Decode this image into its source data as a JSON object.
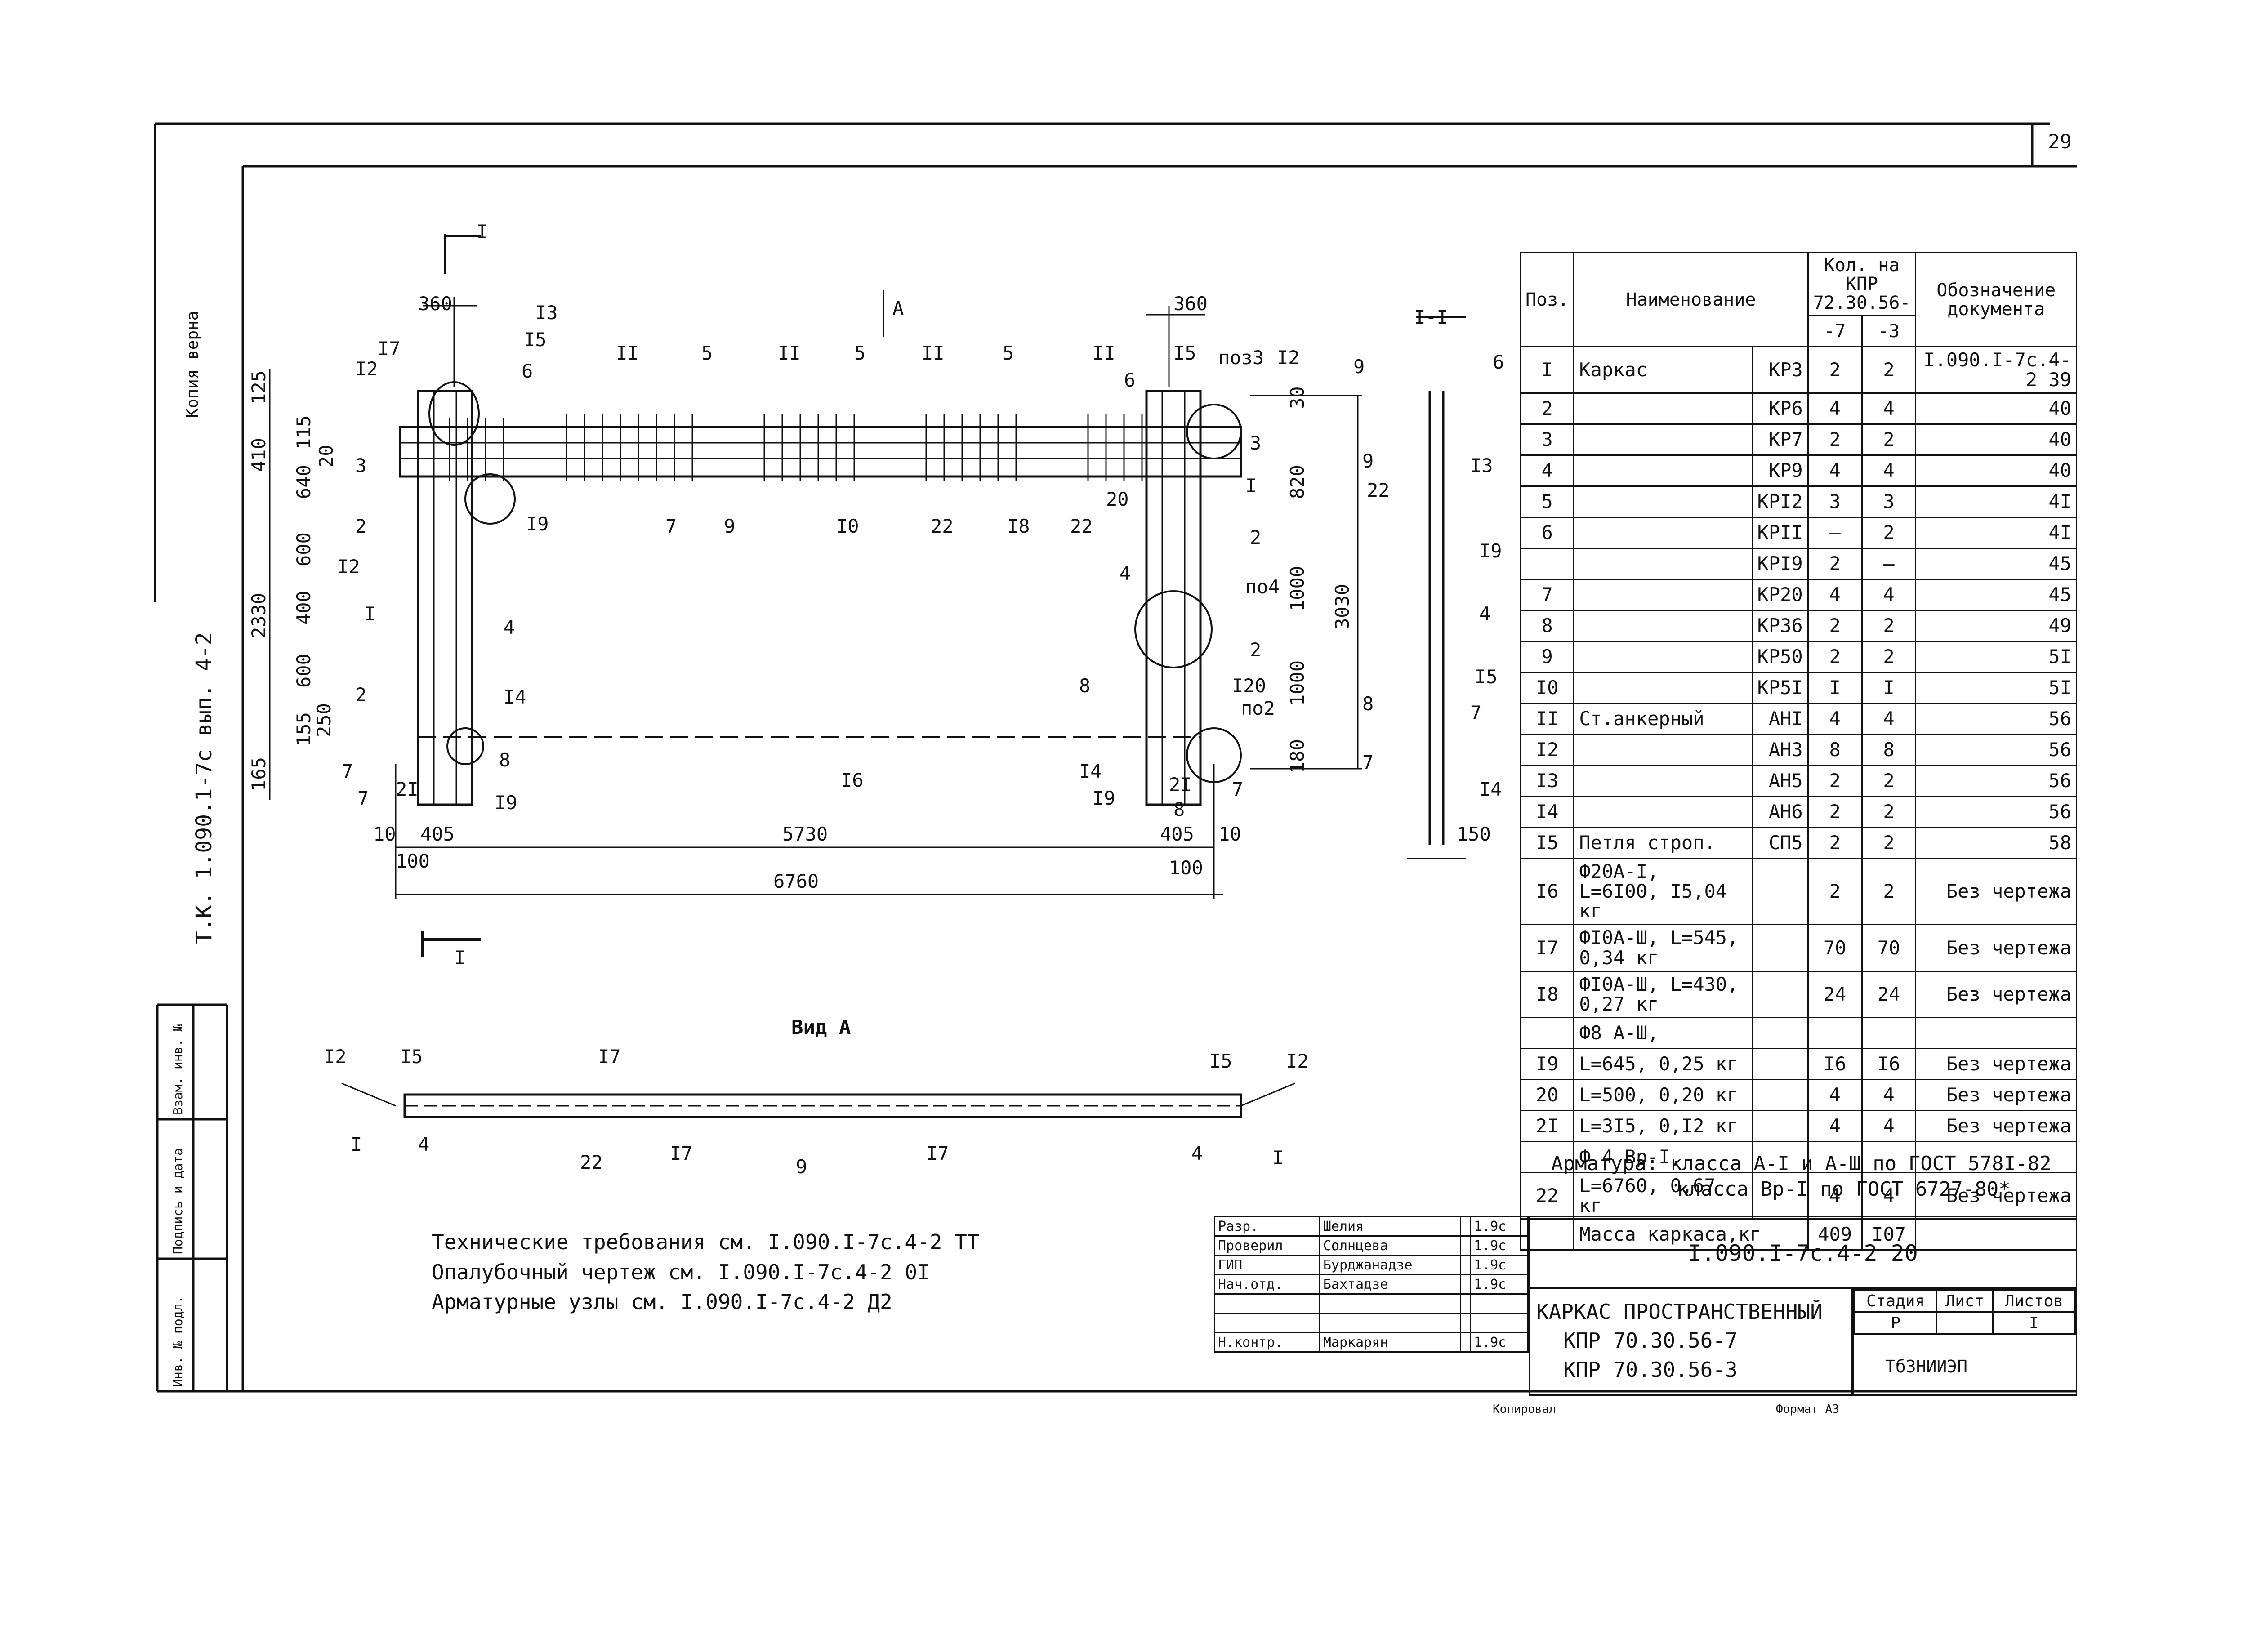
{
  "page_number": "29",
  "left_margin": {
    "copy_note": "Копия верна",
    "doc_code": "Т.К. 1.090.1-7с вып. 4-2",
    "stamp_fields": [
      "Инв. № подл.",
      "Подпись и дата",
      "Взам. инв. №"
    ]
  },
  "drawing": {
    "section_mark": "I",
    "section_title": "I-I",
    "view_arrow": "A",
    "view_title": "Вид А",
    "dims": {
      "d360a": "360",
      "d360b": "360",
      "d5730": "5730",
      "d6760": "6760",
      "d405a": "405",
      "d405b": "405",
      "d100a": "100",
      "d100b": "100",
      "d10a": "10",
      "d10b": "10",
      "d2330": "2330",
      "d3030": "3030",
      "d410": "410",
      "d640": "640",
      "d600a": "600",
      "d400": "400",
      "d600b": "600",
      "d155": "155",
      "d250": "250",
      "d165": "165",
      "d125": "125",
      "d115": "115",
      "d20": "20",
      "d30": "30",
      "d820": "820",
      "d1000a": "1000",
      "d1000b": "1000",
      "d150": "150",
      "d180": "180"
    },
    "labels": {
      "p11": "II",
      "p5": "5",
      "p17": "I7",
      "p13": "I3",
      "p15": "I5",
      "p12": "I2",
      "p6": "6",
      "p3": "3",
      "p19": "I9",
      "p7": "7",
      "p9": "9",
      "p10": "I0",
      "p22": "22",
      "p18": "I8",
      "p20": "20",
      "p4": "4",
      "p2": "2",
      "p8": "8",
      "p14": "I4",
      "p16": "I6",
      "p1": "I",
      "p21": "2I",
      "poz3": "поз3",
      "poz4": "по4",
      "poz2": "по2",
      "p120": "I20"
    }
  },
  "spec_table": {
    "headers": {
      "pos": "Поз.",
      "name": "Наименование",
      "qty": "Кол. на КПР 72.30.56-",
      "qty_a": "-7",
      "qty_b": "-3",
      "doc": "Обозначение документа"
    },
    "rows": [
      {
        "pos": "I",
        "name": "Каркас",
        "mark": "КР3",
        "q1": "2",
        "q2": "2",
        "doc": "I.090.I-7с.4-2 39"
      },
      {
        "pos": "2",
        "name": "",
        "mark": "КР6",
        "q1": "4",
        "q2": "4",
        "doc": "40"
      },
      {
        "pos": "3",
        "name": "",
        "mark": "КР7",
        "q1": "2",
        "q2": "2",
        "doc": "40"
      },
      {
        "pos": "4",
        "name": "",
        "mark": "КР9",
        "q1": "4",
        "q2": "4",
        "doc": "40"
      },
      {
        "pos": "5",
        "name": "",
        "mark": "КРI2",
        "q1": "3",
        "q2": "3",
        "doc": "4I"
      },
      {
        "pos": "6",
        "name": "",
        "mark": "КРII",
        "q1": "–",
        "q2": "2",
        "doc": "4I"
      },
      {
        "pos": "",
        "name": "",
        "mark": "КРI9",
        "q1": "2",
        "q2": "–",
        "doc": "45"
      },
      {
        "pos": "7",
        "name": "",
        "mark": "КР20",
        "q1": "4",
        "q2": "4",
        "doc": "45"
      },
      {
        "pos": "8",
        "name": "",
        "mark": "КР36",
        "q1": "2",
        "q2": "2",
        "doc": "49"
      },
      {
        "pos": "9",
        "name": "",
        "mark": "КР50",
        "q1": "2",
        "q2": "2",
        "doc": "5I"
      },
      {
        "pos": "I0",
        "name": "",
        "mark": "КР5I",
        "q1": "I",
        "q2": "I",
        "doc": "5I"
      },
      {
        "pos": "II",
        "name": "Ст.анкерный",
        "mark": "АНI",
        "q1": "4",
        "q2": "4",
        "doc": "56"
      },
      {
        "pos": "I2",
        "name": "",
        "mark": "АН3",
        "q1": "8",
        "q2": "8",
        "doc": "56"
      },
      {
        "pos": "I3",
        "name": "",
        "mark": "АН5",
        "q1": "2",
        "q2": "2",
        "doc": "56"
      },
      {
        "pos": "I4",
        "name": "",
        "mark": "АН6",
        "q1": "2",
        "q2": "2",
        "doc": "56"
      },
      {
        "pos": "I5",
        "name": "Петля строп.",
        "mark": "СП5",
        "q1": "2",
        "q2": "2",
        "doc": "58"
      },
      {
        "pos": "I6",
        "name": "Ф20А-I, L=6I00, I5,04 кг",
        "mark": "",
        "q1": "2",
        "q2": "2",
        "doc": "Без чертежа"
      },
      {
        "pos": "I7",
        "name": "ФI0А-Ш, L=545, 0,34 кг",
        "mark": "",
        "q1": "70",
        "q2": "70",
        "doc": "Без чертежа"
      },
      {
        "pos": "I8",
        "name": "ФI0А-Ш, L=430, 0,27 кг",
        "mark": "",
        "q1": "24",
        "q2": "24",
        "doc": "Без чертежа"
      },
      {
        "pos": "",
        "name": "Ф8 А-Ш,",
        "mark": "",
        "q1": "",
        "q2": "",
        "doc": ""
      },
      {
        "pos": "I9",
        "name": "L=645, 0,25 кг",
        "mark": "",
        "q1": "I6",
        "q2": "I6",
        "doc": "Без чертежа"
      },
      {
        "pos": "20",
        "name": "L=500, 0,20 кг",
        "mark": "",
        "q1": "4",
        "q2": "4",
        "doc": "Без чертежа"
      },
      {
        "pos": "2I",
        "name": "L=3I5, 0,I2 кг",
        "mark": "",
        "q1": "4",
        "q2": "4",
        "doc": "Без чертежа"
      },
      {
        "pos": "",
        "name": "Ф 4 Вр-I,",
        "mark": "",
        "q1": "",
        "q2": "",
        "doc": ""
      },
      {
        "pos": "22",
        "name": "L=6760, 0,67 кг",
        "mark": "",
        "q1": "4",
        "q2": "4",
        "doc": "Без чертежа"
      }
    ],
    "mass_label": "Масса каркаса,кг",
    "mass_q1": "409",
    "mass_q2": "I07"
  },
  "steel_note": {
    "line1": "Арматура: класса А-I и А-Ш по ГОСТ 578I-82",
    "line2": "класса Вр-I по ГОСТ 6727-80*"
  },
  "notes": [
    "Технические требования см. I.090.I-7с.4-2 ТТ",
    "Опалубочный чертеж см. I.090.I-7с.4-2 0I",
    "Арматурные узлы см. I.090.I-7с.4-2 Д2"
  ],
  "title_block": {
    "signatures": [
      {
        "role": "Разр.",
        "name": "Шелия",
        "date": "1.9с"
      },
      {
        "role": "Проверил",
        "name": "Солнцева",
        "date": "1.9с"
      },
      {
        "role": "ГИП",
        "name": "Бурджанадзе",
        "date": "1.9с"
      },
      {
        "role": "Нач.отд.",
        "name": "Бахтадзе",
        "date": "1.9с"
      },
      {
        "role": "",
        "name": "",
        "date": ""
      },
      {
        "role": "",
        "name": "",
        "date": ""
      },
      {
        "role": "Н.контр.",
        "name": "Маркарян",
        "date": "1.9с"
      }
    ],
    "code": "I.090.I-7с.4-2 20",
    "title1": "КАРКАС ПРОСТРАНСТВЕННЫЙ",
    "title2": "КПР 70.30.56-7",
    "title3": "КПР 70.30.56-3",
    "stage_label": "Стадия",
    "sheet_label": "Лист",
    "sheets_label": "Листов",
    "stage": "Р",
    "sheets": "I",
    "org": "ТбЗНИИЭП"
  },
  "footer": {
    "copied": "Копировал",
    "format": "Формат А3"
  }
}
